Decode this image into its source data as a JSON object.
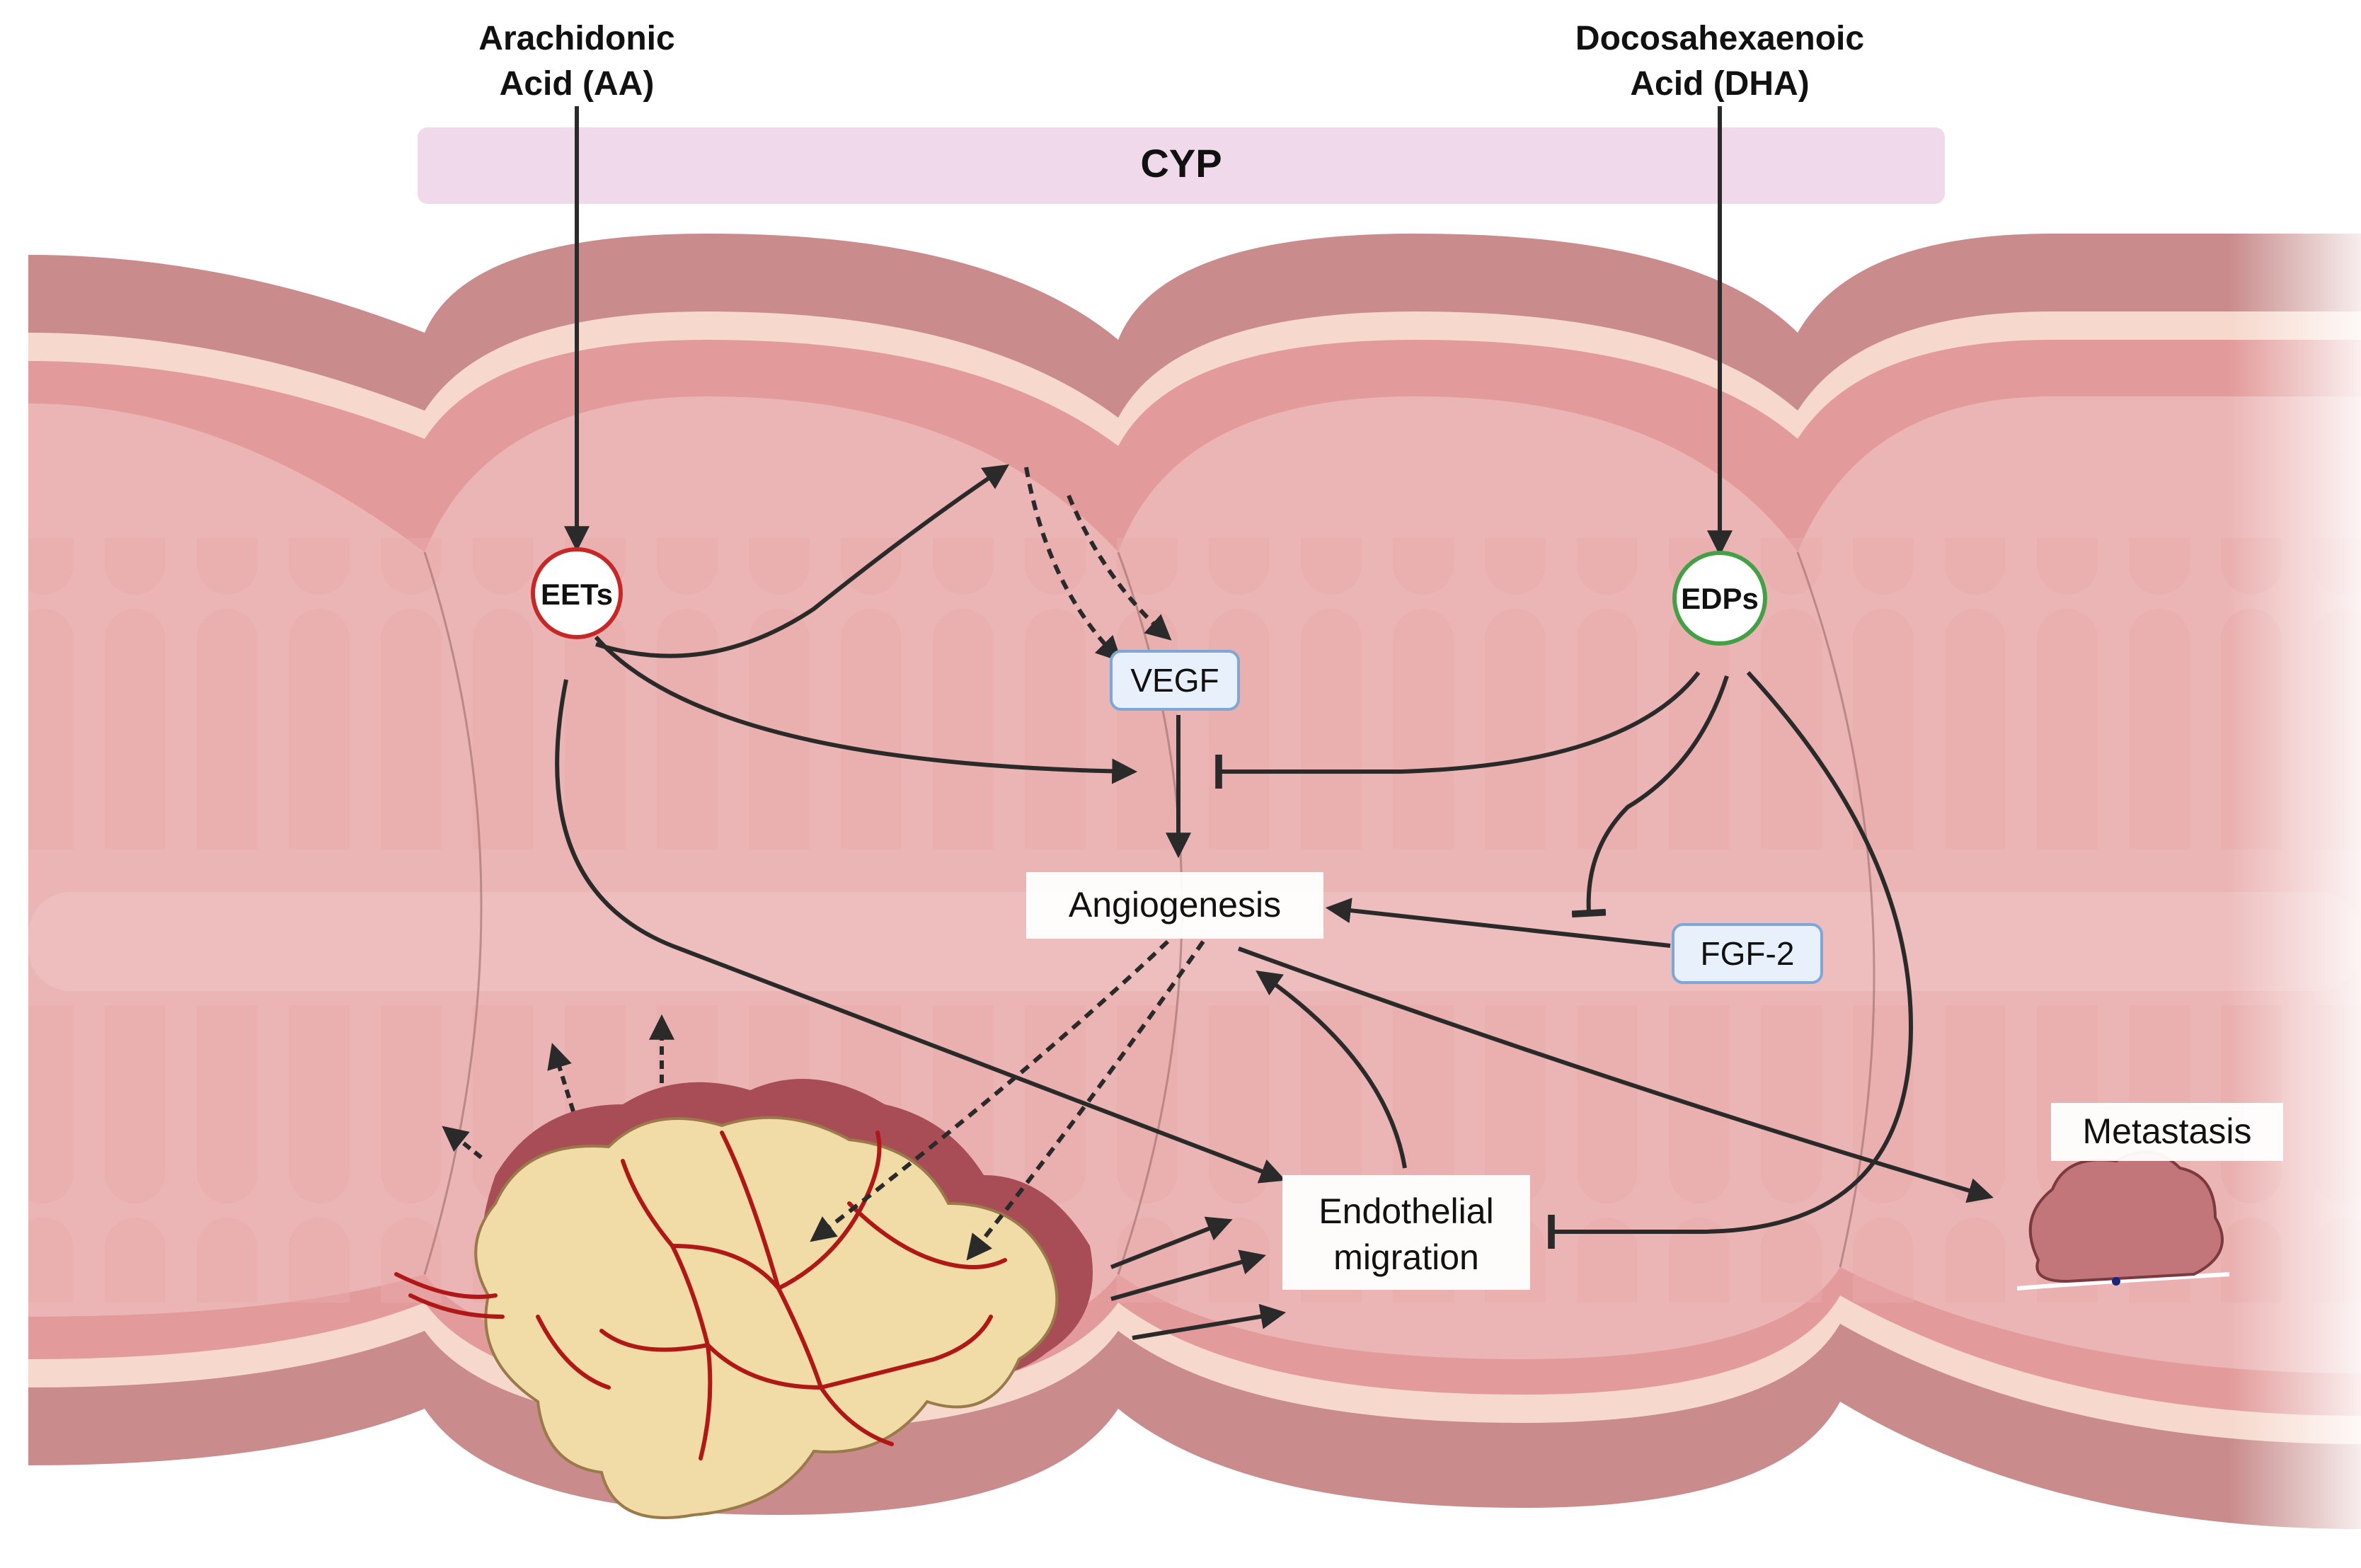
{
  "inputs": {
    "aa": {
      "line1": "Arachidonic",
      "line2": "Acid (AA)"
    },
    "dha": {
      "line1": "Docosahexaenoic",
      "line2": "Acid (DHA)"
    }
  },
  "enzyme": {
    "label": "CYP"
  },
  "metabolites": {
    "eets": {
      "label": "EETs",
      "color": "#c62828"
    },
    "edps": {
      "label": "EDPs",
      "color": "#43a047"
    }
  },
  "factors": {
    "vegf": {
      "label": "VEGF"
    },
    "fgf2": {
      "label": "FGF-2"
    }
  },
  "processes": {
    "angiogenesis": {
      "label": "Angiogenesis"
    },
    "endothelial": {
      "line1": "Endothelial",
      "line2": "migration"
    },
    "metastasis": {
      "label": "Metastasis"
    }
  },
  "colors": {
    "cyp_bar": "#efd9ea",
    "factor_fill": "#e8f1fb",
    "factor_border": "#7ea7d8",
    "tissue_outer": "#c98b8b",
    "tissue_inner": "#ecb5b5",
    "tumor_fill": "#f1dba6",
    "vessel": "#b01818"
  }
}
